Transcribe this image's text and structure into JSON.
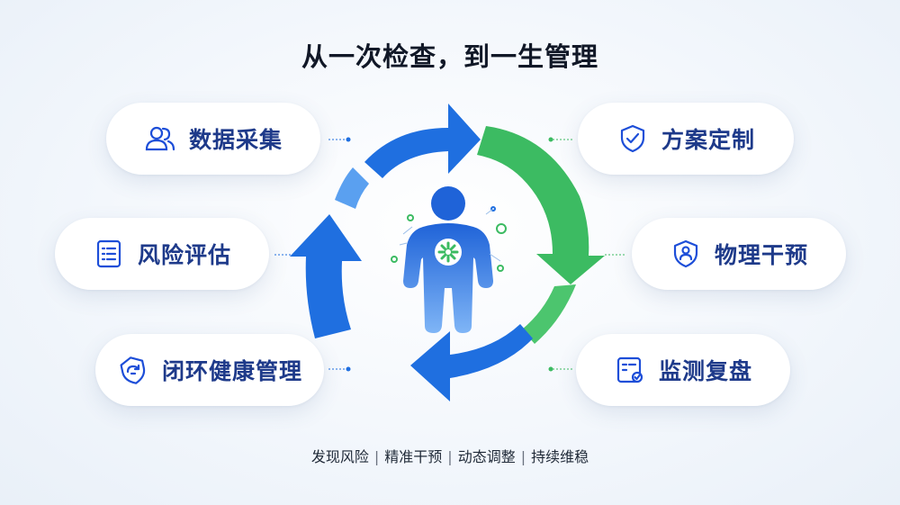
{
  "title": "从一次检查，到一生管理",
  "cards": {
    "data_collection": "数据采集",
    "risk_assessment": "风险评估",
    "closed_loop": "闭环健康管理",
    "plan": "方案定制",
    "physical": "物理干预",
    "monitor": "监测复盘"
  },
  "footer": {
    "items": [
      "发现风险",
      "精准干预",
      "动态调整",
      "持续维稳"
    ],
    "separator": "|"
  },
  "colors": {
    "blue": "#1f6fe0",
    "light_blue": "#5aa0f0",
    "green": "#3cbb62",
    "navy_text": "#1e3a8a",
    "icon_blue": "#1d4ed8"
  },
  "icons": {
    "data_collection": "users-icon",
    "risk_assessment": "list-document-icon",
    "closed_loop": "shield-cycle-icon",
    "plan": "shield-check-icon",
    "physical": "shield-person-icon",
    "monitor": "report-check-icon",
    "center": "person-medical-icon"
  }
}
